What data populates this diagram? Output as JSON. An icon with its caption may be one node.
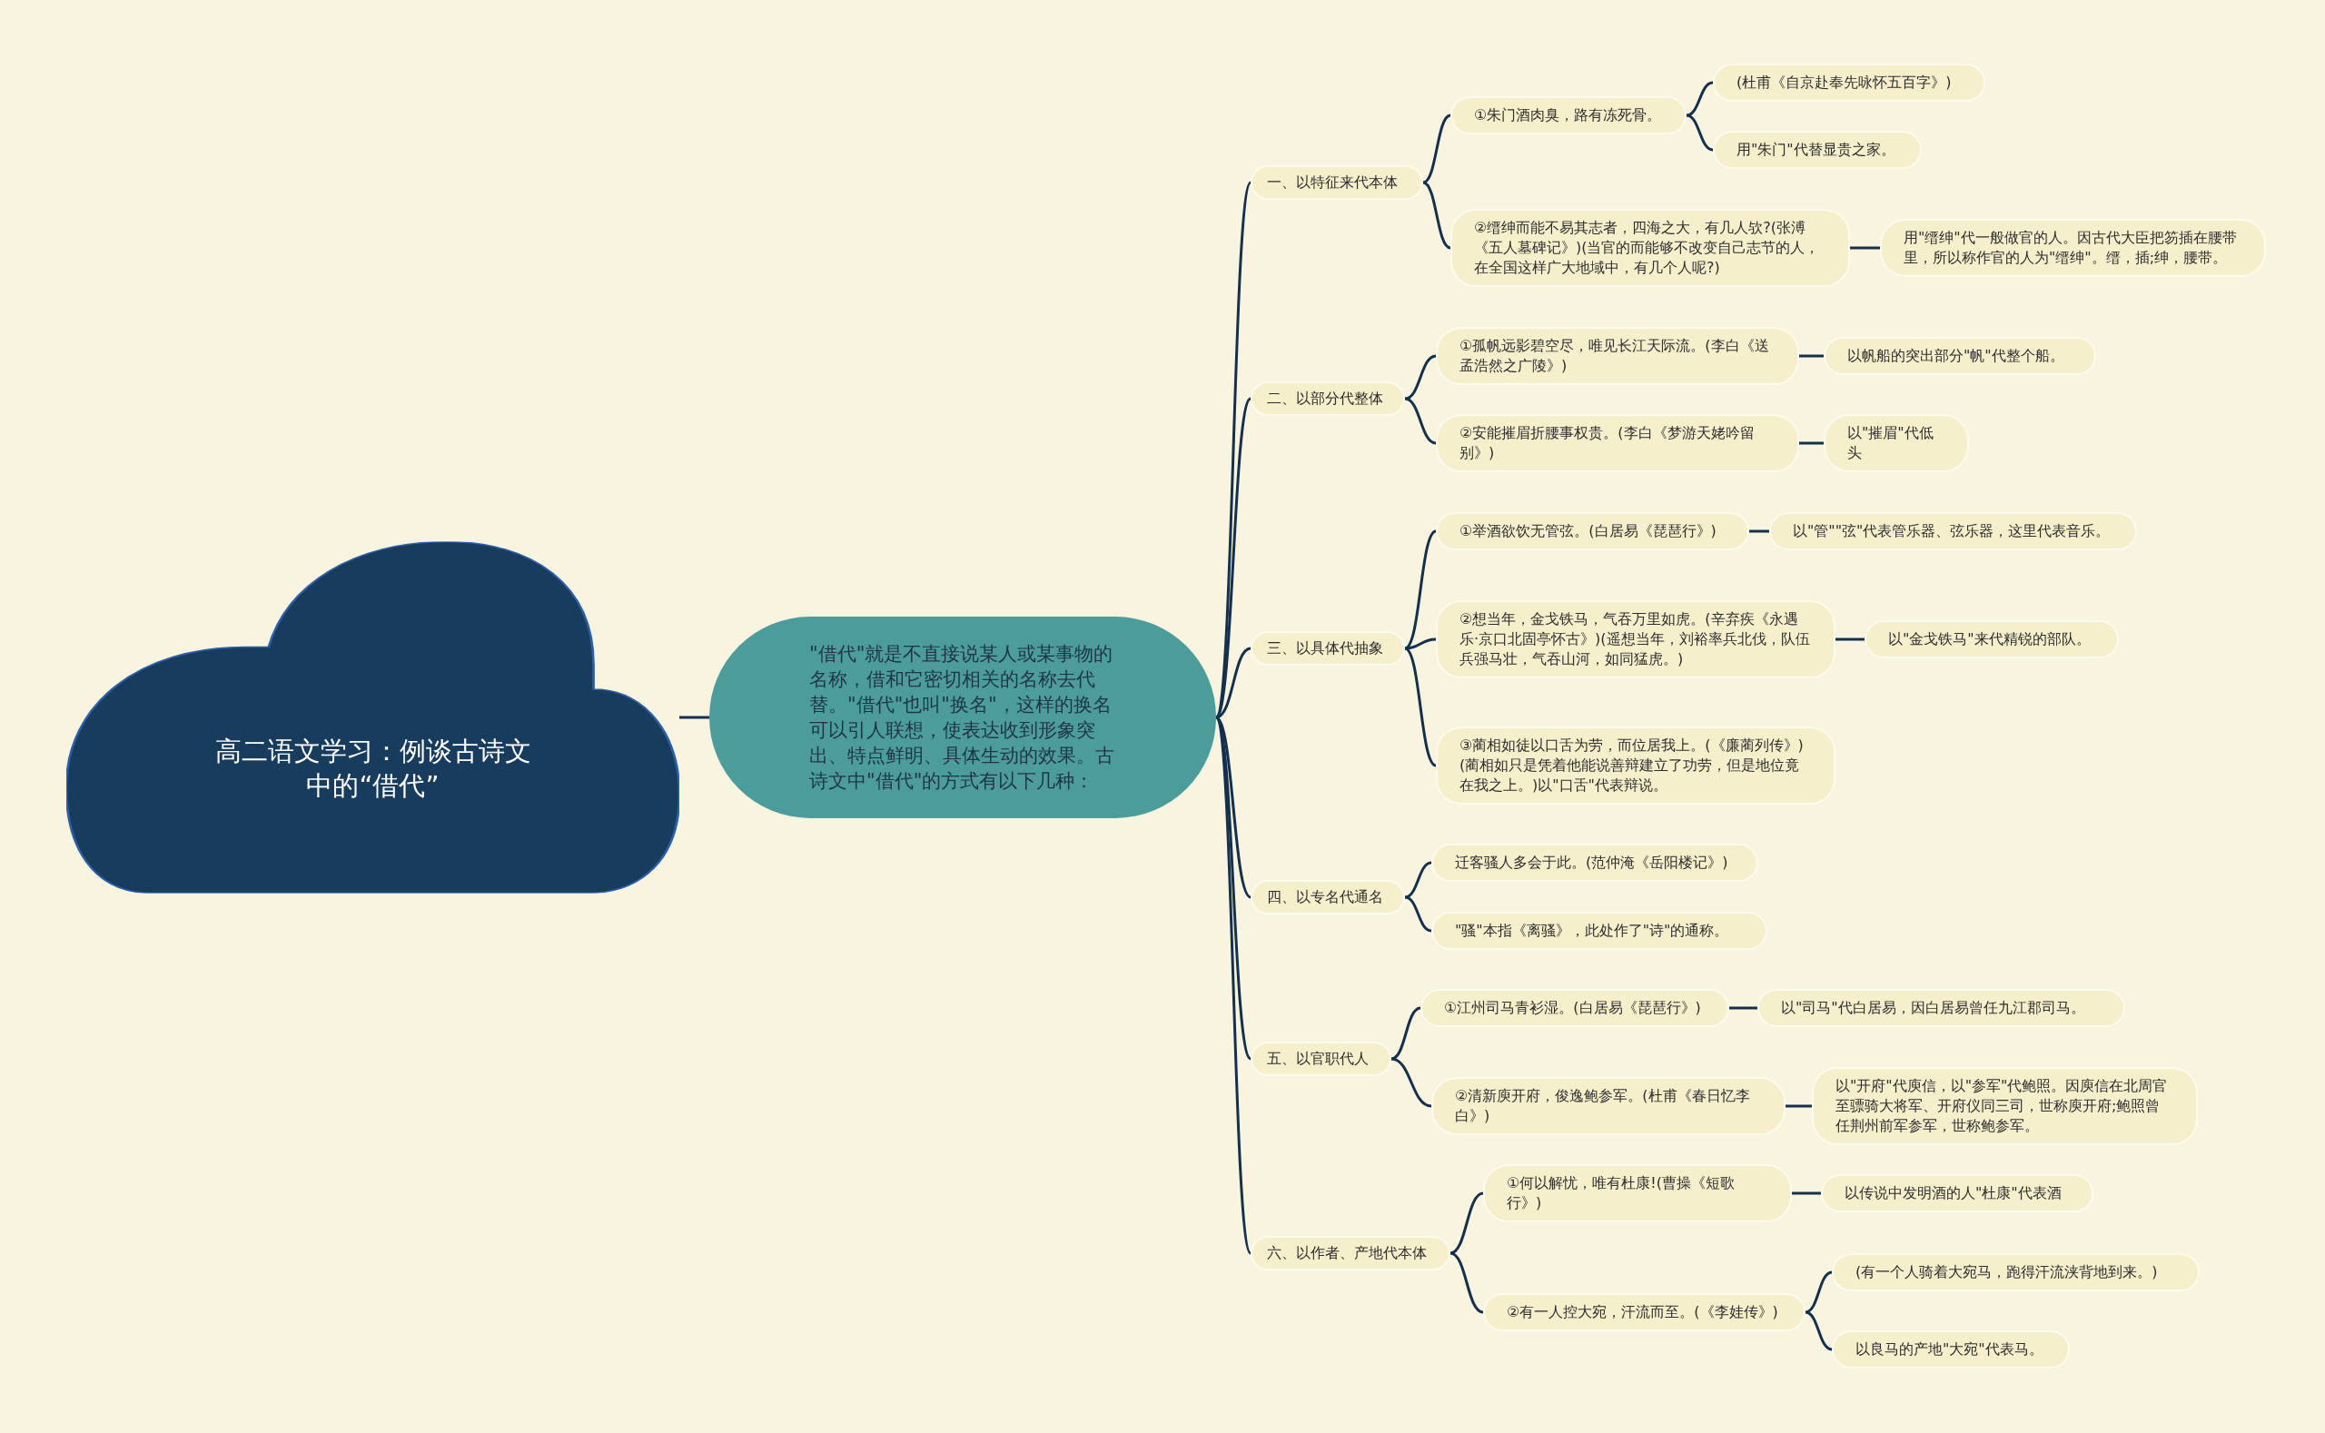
{
  "diagram": {
    "nodes": [
      {
        "text": [
          "高二语文学习：例谈古诗文中的“借代”"
        ]
      },
      {
        "text": [
          "\"借代\"就是不直接说某人或某事物的名称，借和它密切相关的名称去代替。\"借代\"也叫\"换名\"，这样的换名可以引人联想，使表达收到形象突出、特点鲜明、具体生动的效果。古诗文中\"借代\"的方式有以下几种："
        ]
      },
      {
        "text": [
          "一、以特征来代本体"
        ]
      },
      {
        "text": [
          "①朱门酒肉臭，路有冻死骨。"
        ]
      },
      {
        "text": [
          "(杜甫《自京赴奉先咏怀五百字》)"
        ]
      },
      {
        "text": [
          "用\"朱门\"代替显贵之家。"
        ]
      },
      {
        "text": [
          "②缙绅而能不易其志者，四海之大，有几人欤?(张溥《五人墓碑记》)(当官的而能够不改变自己志节的人，在全国这样广大地域中，有几个人呢?)"
        ]
      },
      {
        "text": [
          "用\"缙绅\"代一般做官的人。因古代大臣把笏插在腰带里，所以称作官的人为\"缙绅\"。缙，插;绅，腰带。"
        ]
      },
      {
        "text": [
          "二、以部分代整体"
        ]
      },
      {
        "text": [
          "①孤帆远影碧空尽，唯见长江天际流。(李白《送孟浩然之广陵》)"
        ]
      },
      {
        "text": [
          "以帆船的突出部分\"帆\"代整个船。"
        ]
      },
      {
        "text": [
          "②安能摧眉折腰事权贵。(李白《梦游天姥吟留别》)"
        ]
      },
      {
        "text": [
          "以\"摧眉\"代低头"
        ]
      },
      {
        "text": [
          "三、以具体代抽象"
        ]
      },
      {
        "text": [
          "①举酒欲饮无管弦。(白居易《琵琶行》)"
        ]
      },
      {
        "text": [
          "以\"管\"\"弦\"代表管乐器、弦乐器，这里代表音乐。"
        ]
      },
      {
        "text": [
          "②想当年，金戈铁马，气吞万里如虎。(辛弃疾《永遇乐·京口北固亭怀古》)(遥想当年，刘裕率兵北伐，队伍兵强马壮，气吞山河，如同猛虎。)"
        ]
      },
      {
        "text": [
          "以\"金戈铁马\"来代精锐的部队。"
        ]
      },
      {
        "text": [
          "③蔺相如徒以口舌为劳，而位居我上。(《廉蔺列传》)(蔺相如只是凭着他能说善辩建立了功劳，但是地位竟在我之上。)以\"口舌\"代表辩说。"
        ]
      },
      {
        "text": [
          "四、以专名代通名"
        ]
      },
      {
        "text": [
          "迁客骚人多会于此。(范仲淹《岳阳楼记》)"
        ]
      },
      {
        "text": [
          "\"骚\"本指《离骚》，此处作了\"诗\"的通称。"
        ]
      },
      {
        "text": [
          "五、以官职代人"
        ]
      },
      {
        "text": [
          "①江州司马青衫湿。(白居易《琵琶行》)"
        ]
      },
      {
        "text": [
          "以\"司马\"代白居易，因白居易曾任九江郡司马。"
        ]
      },
      {
        "text": [
          "②清新庾开府，俊逸鲍参军。(杜甫《春日忆李白》)"
        ]
      },
      {
        "text": [
          "以\"开府\"代庾信，以\"参军\"代鲍照。因庾信在北周官至骠骑大将军、开府仪同三司，世称庾开府;鲍照曾任荆州前军参军，世称鲍参军。"
        ]
      },
      {
        "text": [
          "六、以作者、产地代本体"
        ]
      },
      {
        "text": [
          "①何以解忧，唯有杜康!(曹操《短歌行》)"
        ]
      },
      {
        "text": [
          "以传说中发明酒的人\"杜康\"代表酒"
        ]
      },
      {
        "text": [
          "②有一人控大宛，汗流而至。(《李娃传》)"
        ]
      },
      {
        "text": [
          "(有一个人骑着大宛马，跑得汗流浃背地到来。)"
        ]
      },
      {
        "text": [
          "以良马的产地\"大宛\"代表马。"
        ]
      }
    ],
    "edges": [
      {
        "from": 0,
        "to": 1,
        "arrow": "none"
      },
      {
        "from": 1,
        "to": 2,
        "arrow": "none"
      },
      {
        "from": 1,
        "to": 8,
        "arrow": "none"
      },
      {
        "from": 1,
        "to": 13,
        "arrow": "none"
      },
      {
        "from": 1,
        "to": 19,
        "arrow": "none"
      },
      {
        "from": 1,
        "to": 22,
        "arrow": "none"
      },
      {
        "from": 1,
        "to": 27,
        "arrow": "none"
      },
      {
        "from": 2,
        "to": 3,
        "arrow": "none"
      },
      {
        "from": 2,
        "to": 6,
        "arrow": "none"
      },
      {
        "from": 3,
        "to": 4,
        "arrow": "none"
      },
      {
        "from": 3,
        "to": 5,
        "arrow": "none"
      },
      {
        "from": 6,
        "to": 7,
        "arrow": "none"
      },
      {
        "from": 8,
        "to": 9,
        "arrow": "none"
      },
      {
        "from": 8,
        "to": 11,
        "arrow": "none"
      },
      {
        "from": 9,
        "to": 10,
        "arrow": "none"
      },
      {
        "from": 11,
        "to": 12,
        "arrow": "none"
      },
      {
        "from": 13,
        "to": 14,
        "arrow": "none"
      },
      {
        "from": 13,
        "to": 16,
        "arrow": "none"
      },
      {
        "from": 13,
        "to": 18,
        "arrow": "none"
      },
      {
        "from": 14,
        "to": 15,
        "arrow": "none"
      },
      {
        "from": 16,
        "to": 17,
        "arrow": "none"
      },
      {
        "from": 19,
        "to": 20,
        "arrow": "none"
      },
      {
        "from": 19,
        "to": 21,
        "arrow": "none"
      },
      {
        "from": 22,
        "to": 23,
        "arrow": "none"
      },
      {
        "from": 22,
        "to": 25,
        "arrow": "none"
      },
      {
        "from": 23,
        "to": 24,
        "arrow": "none"
      },
      {
        "from": 25,
        "to": 26,
        "arrow": "none"
      },
      {
        "from": 27,
        "to": 28,
        "arrow": "none"
      },
      {
        "from": 27,
        "to": 30,
        "arrow": "none"
      },
      {
        "from": 28,
        "to": 29,
        "arrow": "none"
      },
      {
        "from": 30,
        "to": 31,
        "arrow": "none"
      },
      {
        "from": 30,
        "to": 32,
        "arrow": "none"
      }
    ]
  }
}
